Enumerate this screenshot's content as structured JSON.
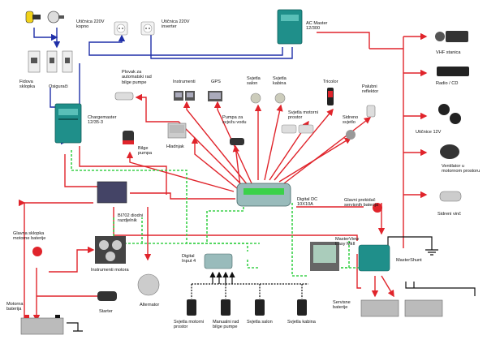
{
  "colors": {
    "red_wire": "#e0242b",
    "blue_wire": "#1f2fa8",
    "green_bus": "#3bd14a",
    "black_wire": "#111111",
    "teal_device": "#1f8f8a"
  },
  "labels": {
    "uticnica_kopno": "Utičnica 220V\nkopno",
    "uticnica_inverter": "Utičnica 220V\ninverter",
    "ac_master": "AC Master\n12/300",
    "fidova_sklopka": "Fidova\nsklopka",
    "osiguraci": "Osigurači",
    "plovak": "Plovak za\nautomatski rad\nbilge pumpe",
    "instrumenti": "Instrumenti",
    "gps": "GPS",
    "svjetla_salon": "Svjetla\nsalon",
    "svjetla_kabina": "Svjetla\nkabina",
    "tricolor": "Tricolor",
    "palubni_reflektor": "Palubni\nreflektor",
    "vhf": "VHF stanica",
    "chargemaster": "Chargemaster\n12/35-3",
    "pumpa_vodu": "Pumpa za\nsvježu vodu",
    "svjetla_motorni": "Svjetla motorni\nprostor",
    "sidreno_svjetlo": "Sidreno\nsvjetlo",
    "radio": "Radio / CD",
    "hladnjak": "Hladnjak",
    "bilge_pumpa": "Bilge\npumpa",
    "uticnice_12v": "Utičnice 12V",
    "ventilator": "Ventilator u\nmotornom prostoru",
    "digital_dc": "Digital DC\n10X10A",
    "bi702": "BI702 diodni\nrazdjelnik",
    "glavni_prekidac": "Glavni prekidač\nservisnih baterija",
    "sidreni_vinc": "Sidreni vinč",
    "glavna_sklopka": "Glavna sklopka\nmotorne baterije",
    "masterview": "MasterView\nEasy MkII",
    "instrumenti_motora": "Instrumenti motora",
    "digital_input": "Digital\nInput 4",
    "mastershunt": "MasterShunt",
    "motorna_baterija": "Motorna\nbaterija",
    "starter": "Starter",
    "alternator": "Alternator",
    "servisne_baterije": "Servisne\nbaterije",
    "sw_motorni": "Svjetla motorni\nprostor",
    "sw_bilge": "Manualni rad\nbilge pumpe",
    "sw_salon": "Svjetla salon",
    "sw_kabina": "Svjetla kabina"
  }
}
